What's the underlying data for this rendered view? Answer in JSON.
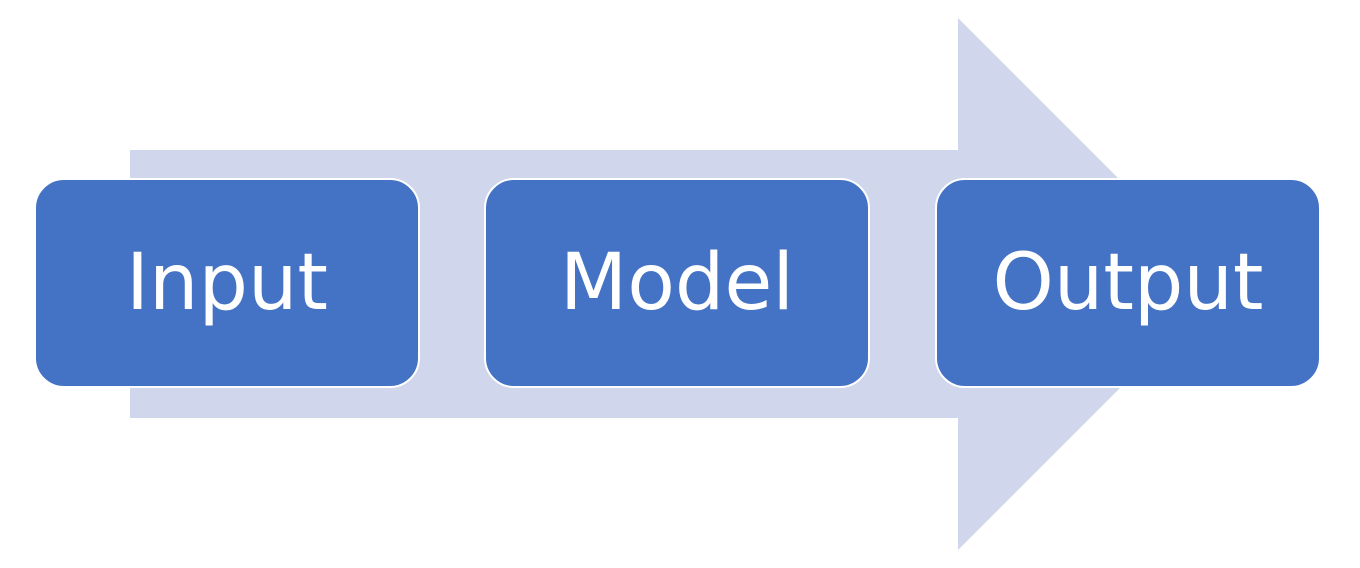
{
  "colors": {
    "arrow": "#d0d6eb",
    "box": "#4472c4",
    "box_text": "#ffffff",
    "background": "#ffffff"
  },
  "steps": [
    {
      "label": "Input"
    },
    {
      "label": "Model"
    },
    {
      "label": "Output"
    }
  ]
}
